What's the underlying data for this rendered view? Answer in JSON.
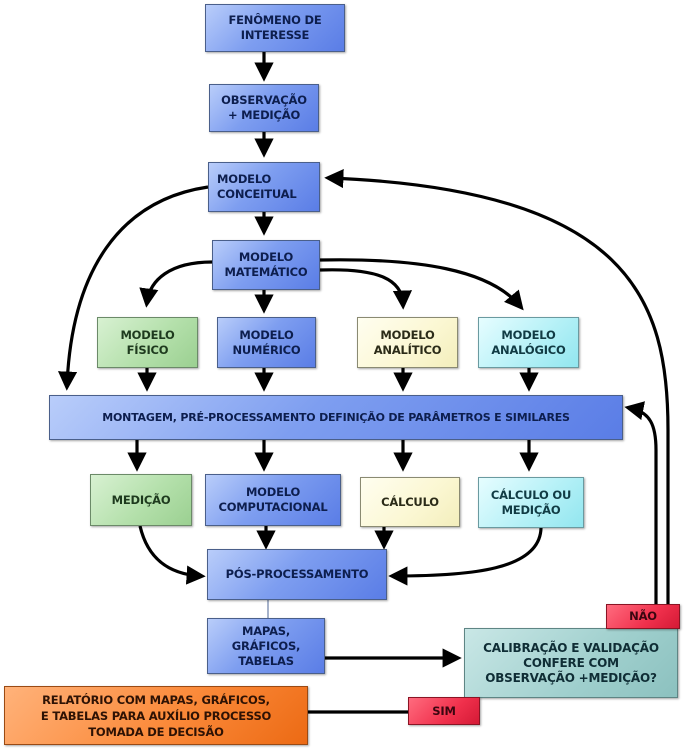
{
  "diagram": {
    "language": "pt-BR",
    "nodes": {
      "fenomeno": {
        "lines": [
          "FENÔMENO DE",
          "INTERESSE"
        ],
        "color": "blue"
      },
      "observacao": {
        "lines": [
          "OBSERVAÇÃO",
          "+ MEDIÇÃO"
        ],
        "color": "blue"
      },
      "conceitual": {
        "lines": [
          "MODELO",
          "CONCEITUAL"
        ],
        "color": "blue"
      },
      "matematico": {
        "lines": [
          "MODELO",
          "MATEMÁTICO"
        ],
        "color": "blue"
      },
      "fisico": {
        "lines": [
          "MODELO",
          "FÍSICO"
        ],
        "color": "green"
      },
      "numerico": {
        "lines": [
          "MODELO",
          "NUMÉRICO"
        ],
        "color": "blue"
      },
      "analitico": {
        "lines": [
          "MODELO",
          "ANALÍTICO"
        ],
        "color": "yellow"
      },
      "analogico": {
        "lines": [
          "MODELO",
          "ANALÓGICO"
        ],
        "color": "cyan"
      },
      "montagem": {
        "lines": [
          "MONTAGEM, PRÉ-PROCESSAMENTO DEFINIÇÃO DE PARÂMETROS E SIMILARES"
        ],
        "color": "blue"
      },
      "medicao": {
        "lines": [
          "MEDIÇÃO"
        ],
        "color": "green"
      },
      "computacional": {
        "lines": [
          "MODELO",
          "COMPUTACIONAL"
        ],
        "color": "blue"
      },
      "calculo": {
        "lines": [
          "CÁLCULO"
        ],
        "color": "yellow"
      },
      "calculo_ou_medicao": {
        "lines": [
          "CÁLCULO OU",
          "MEDIÇÃO"
        ],
        "color": "cyan"
      },
      "pos": {
        "lines": [
          "PÓS-PROCESSAMENTO"
        ],
        "color": "blue"
      },
      "mapas": {
        "lines": [
          "MAPAS, GRÁFICOS,",
          "TABELAS"
        ],
        "color": "blue"
      },
      "calibracao": {
        "lines": [
          "CALIBRAÇÃO E VALIDAÇÃO",
          "CONFERE COM",
          "OBSERVAÇÃO +MEDIÇÃO?"
        ],
        "color": "teal"
      },
      "nao": {
        "lines": [
          "NÃO"
        ],
        "color": "red"
      },
      "sim": {
        "lines": [
          "SIM"
        ],
        "color": "red"
      },
      "relatorio": {
        "lines": [
          "RELATÓRIO COM MAPAS, GRÁFICOS,",
          "E TABELAS PARA AUXÍLIO PROCESSO",
          "TOMADA DE DECISÃO"
        ],
        "color": "orange"
      }
    },
    "edges": [
      {
        "from": "fenomeno",
        "to": "observacao"
      },
      {
        "from": "observacao",
        "to": "conceitual"
      },
      {
        "from": "conceitual",
        "to": "matematico"
      },
      {
        "from": "conceitual",
        "to": "montagem"
      },
      {
        "from": "matematico",
        "to": "fisico"
      },
      {
        "from": "matematico",
        "to": "numerico"
      },
      {
        "from": "matematico",
        "to": "analitico"
      },
      {
        "from": "matematico",
        "to": "analogico"
      },
      {
        "from": "fisico",
        "to": "montagem"
      },
      {
        "from": "numerico",
        "to": "montagem"
      },
      {
        "from": "analitico",
        "to": "montagem"
      },
      {
        "from": "analogico",
        "to": "montagem"
      },
      {
        "from": "montagem",
        "to": "medicao"
      },
      {
        "from": "montagem",
        "to": "computacional"
      },
      {
        "from": "montagem",
        "to": "calculo"
      },
      {
        "from": "montagem",
        "to": "calculo_ou_medicao"
      },
      {
        "from": "medicao",
        "to": "pos"
      },
      {
        "from": "computacional",
        "to": "pos"
      },
      {
        "from": "calculo",
        "to": "pos"
      },
      {
        "from": "calculo_ou_medicao",
        "to": "pos"
      },
      {
        "from": "pos",
        "to": "mapas",
        "arrow": false
      },
      {
        "from": "mapas",
        "to": "calibracao"
      },
      {
        "from": "calibracao",
        "to": "nao"
      },
      {
        "from": "nao",
        "to": "conceitual",
        "label": "NÃO"
      },
      {
        "from": "nao",
        "to": "montagem",
        "label": "NÃO"
      },
      {
        "from": "calibracao",
        "to": "sim"
      },
      {
        "from": "sim",
        "to": "relatorio",
        "label": "SIM"
      }
    ]
  }
}
